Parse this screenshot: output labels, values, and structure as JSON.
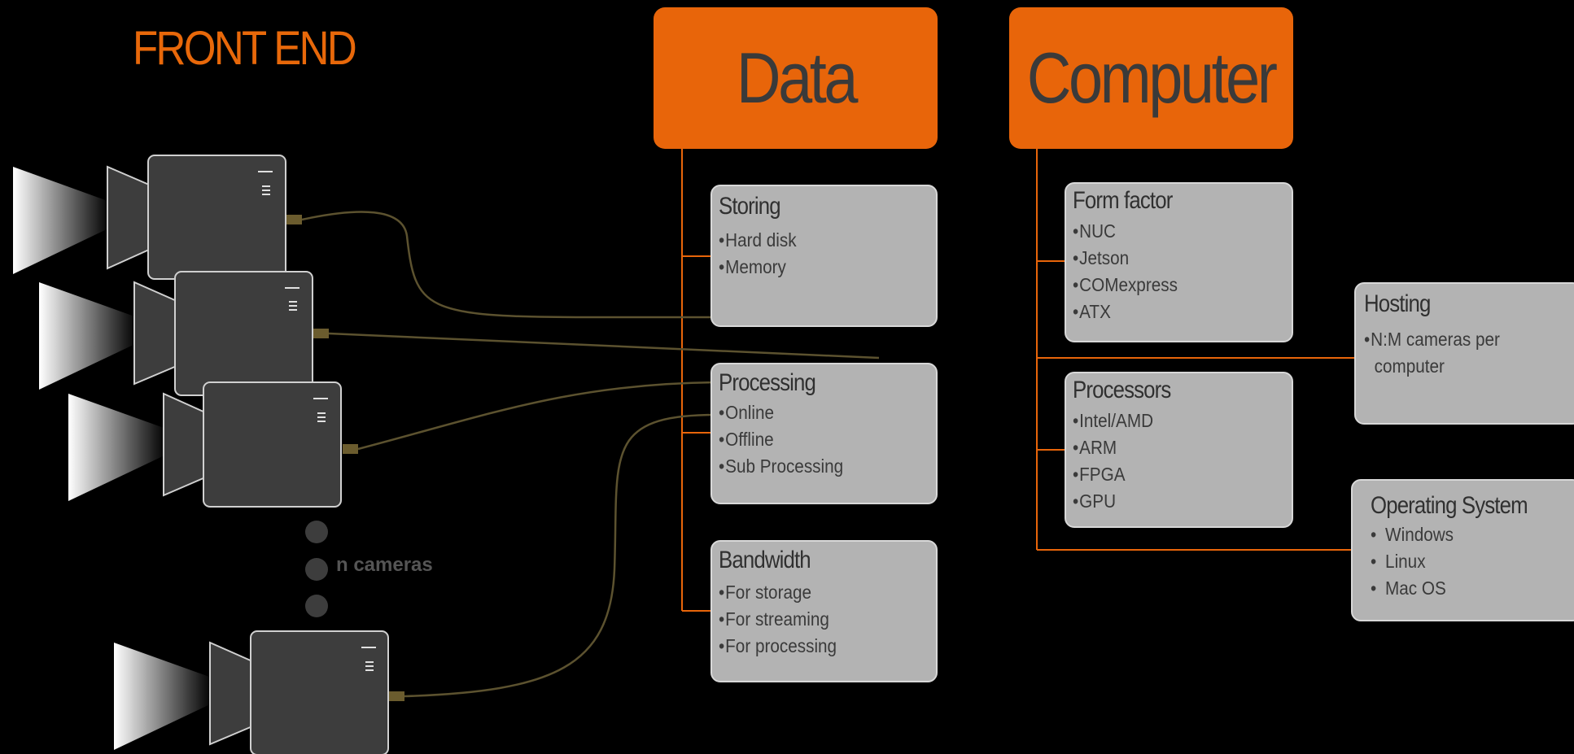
{
  "front_end_title": "FRONT END",
  "camera_count_label": "n cameras",
  "data_header": "Data",
  "computer_header": "Computer",
  "cards": {
    "storing": {
      "title": "Storing",
      "items": [
        "Hard disk",
        "Memory"
      ]
    },
    "processing": {
      "title": "Processing",
      "items": [
        "Online",
        "Offline",
        "Sub Processing"
      ]
    },
    "bandwidth": {
      "title": "Bandwidth",
      "items": [
        "For storage",
        "For streaming",
        "For processing"
      ]
    },
    "form_factor": {
      "title": "Form factor",
      "items": [
        "NUC",
        "Jetson",
        "COMexpress",
        "ATX"
      ]
    },
    "processors": {
      "title": "Processors",
      "items": [
        "Intel/AMD",
        "ARM",
        "FPGA",
        "GPU"
      ]
    },
    "hosting": {
      "title": "Hosting",
      "items": [
        "N:M cameras per",
        "computer"
      ]
    },
    "operating_system": {
      "title": "Operating System",
      "items": [
        "Windows",
        "Linux",
        "Mac OS"
      ]
    }
  },
  "colors": {
    "accent": "#e8650a",
    "card": "#b3b3b3",
    "camera": "#3d3d3d",
    "cable": "#5a5030"
  },
  "icons": [
    "video-camera-icon"
  ]
}
